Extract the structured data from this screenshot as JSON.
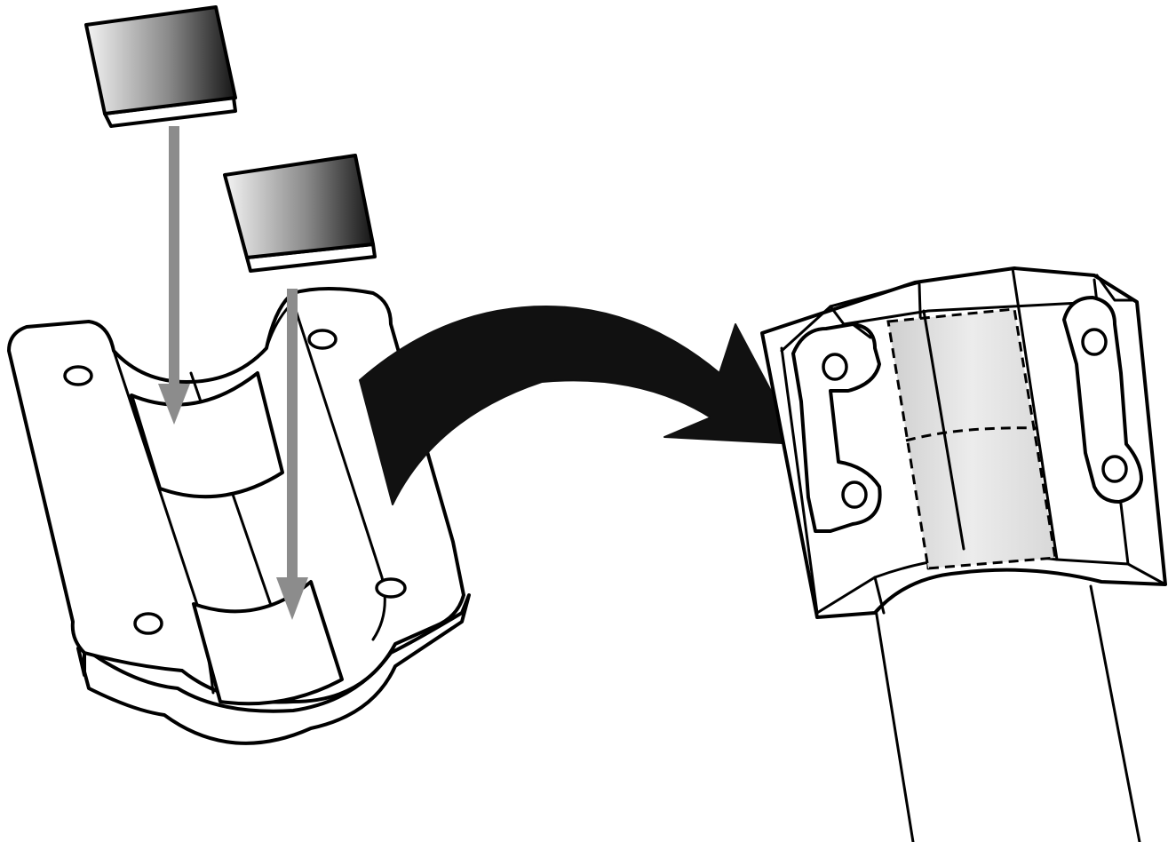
{
  "figure": {
    "description_free": true,
    "colors": {
      "outline": "#000000",
      "background": "#ffffff",
      "insertion_arrow": "#8c8c8c",
      "transition_arrow": "#111111",
      "pad_gradient_light": "#f4f4f4",
      "pad_gradient_dark": "#151515",
      "installed_pad_fill": "#d4d4d4"
    },
    "parts": [
      "pad",
      "pad",
      "clamp-half-open",
      "clamp-installed-on-tube"
    ],
    "icons": [
      "insertion-arrow",
      "insertion-arrow",
      "transition-arrow"
    ]
  }
}
